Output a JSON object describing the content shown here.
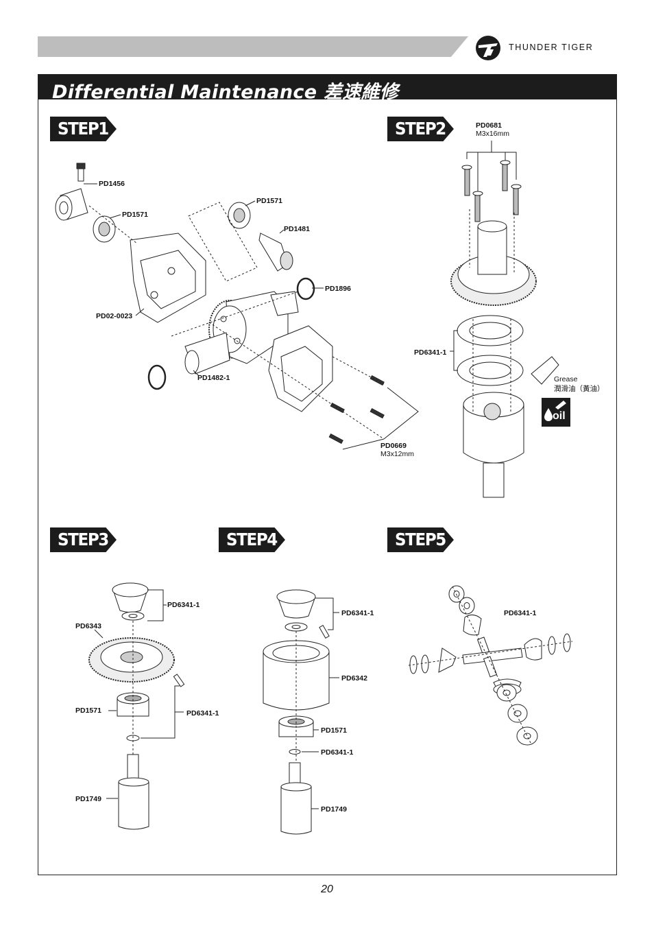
{
  "header": {
    "brand": "THUNDER TIGER"
  },
  "section": {
    "title": "Differential Maintenance 差速維修"
  },
  "steps": [
    "STEP1",
    "STEP2",
    "STEP3",
    "STEP4",
    "STEP5"
  ],
  "step1": {
    "labels": [
      "PD1456",
      "PD1571",
      "PD1571",
      "PD1481",
      "PD1896",
      "PD02-0023",
      "PD1482-1",
      "PD0669"
    ],
    "screw_size": "M3x12mm"
  },
  "step2": {
    "screw_part": "PD0681",
    "screw_size": "M3x16mm",
    "gasket_part": "PD6341-1",
    "grease_label": "Grease",
    "grease_chinese": "潤滑油（黃油）",
    "oil_label": "oil"
  },
  "step3": {
    "labels": [
      "PD6341-1",
      "PD6343",
      "PD1571",
      "PD6341-1",
      "PD1749"
    ]
  },
  "step4": {
    "labels": [
      "PD6341-1",
      "PD6342",
      "PD1571",
      "PD6341-1",
      "PD1749"
    ]
  },
  "step5": {
    "labels": [
      "PD6341-1"
    ]
  },
  "footer": {
    "page_number": "20"
  }
}
